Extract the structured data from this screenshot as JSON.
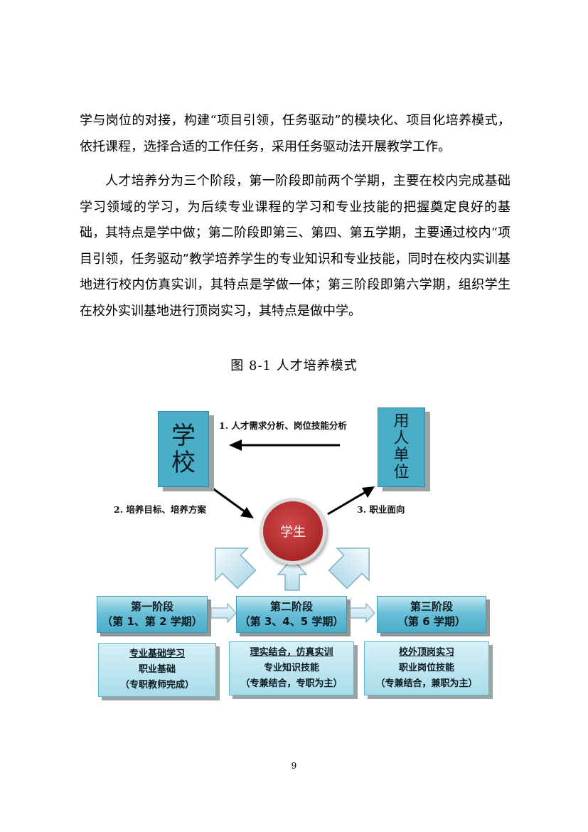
{
  "paragraphs": [
    "学与岗位的对接，构建“项目引领，任务驱动”的模块化、项目化培养模式，依托课程，选择合适的工作任务，采用任务驱动法开展教学工作。",
    "人才培养分为三个阶段，第一阶段即前两个学期，主要在校内完成基础学习领域的学习，为后续专业课程的学习和专业技能的把握奠定良好的基础，其特点是学中做；第二阶段即第三、第四、第五学期，主要通过校内“项目引领，任务驱动”教学培养学生的专业知识和专业技能，同时在校内实训基地进行校内仿真实训，其特点是学做一体；第三阶段即第六学期，组织学生在校外实训基地进行顶岗实习，其特点是做中学。"
  ],
  "caption": "图 8-1 人才培养模式",
  "diagram": {
    "school": [
      "学",
      "校"
    ],
    "employer": [
      "用",
      "人",
      "单",
      "位"
    ],
    "student": "学生",
    "arrow_labels": {
      "demand": "1. 人才需求分析、岗位技能分析",
      "goals": "2. 培养目标、培养方案",
      "career": "3. 职业面向"
    },
    "stages": [
      {
        "title": "第一阶段",
        "period": "（第 1、第 2 学期）",
        "detail": [
          "专业基础学习",
          "职业基础",
          "（专职教师完成）"
        ]
      },
      {
        "title": "第二阶段",
        "period": "（第 3、4、5 学期）",
        "detail": [
          "理实结合，仿真实训",
          "专业知识技能",
          "（专兼结合，专职为主）"
        ]
      },
      {
        "title": "第三阶段",
        "period": "（第 6 学期）",
        "detail": [
          "校外顶岗实习",
          "职业岗位技能",
          "（专兼结合，兼职为主）"
        ]
      }
    ]
  },
  "page_number": "9"
}
